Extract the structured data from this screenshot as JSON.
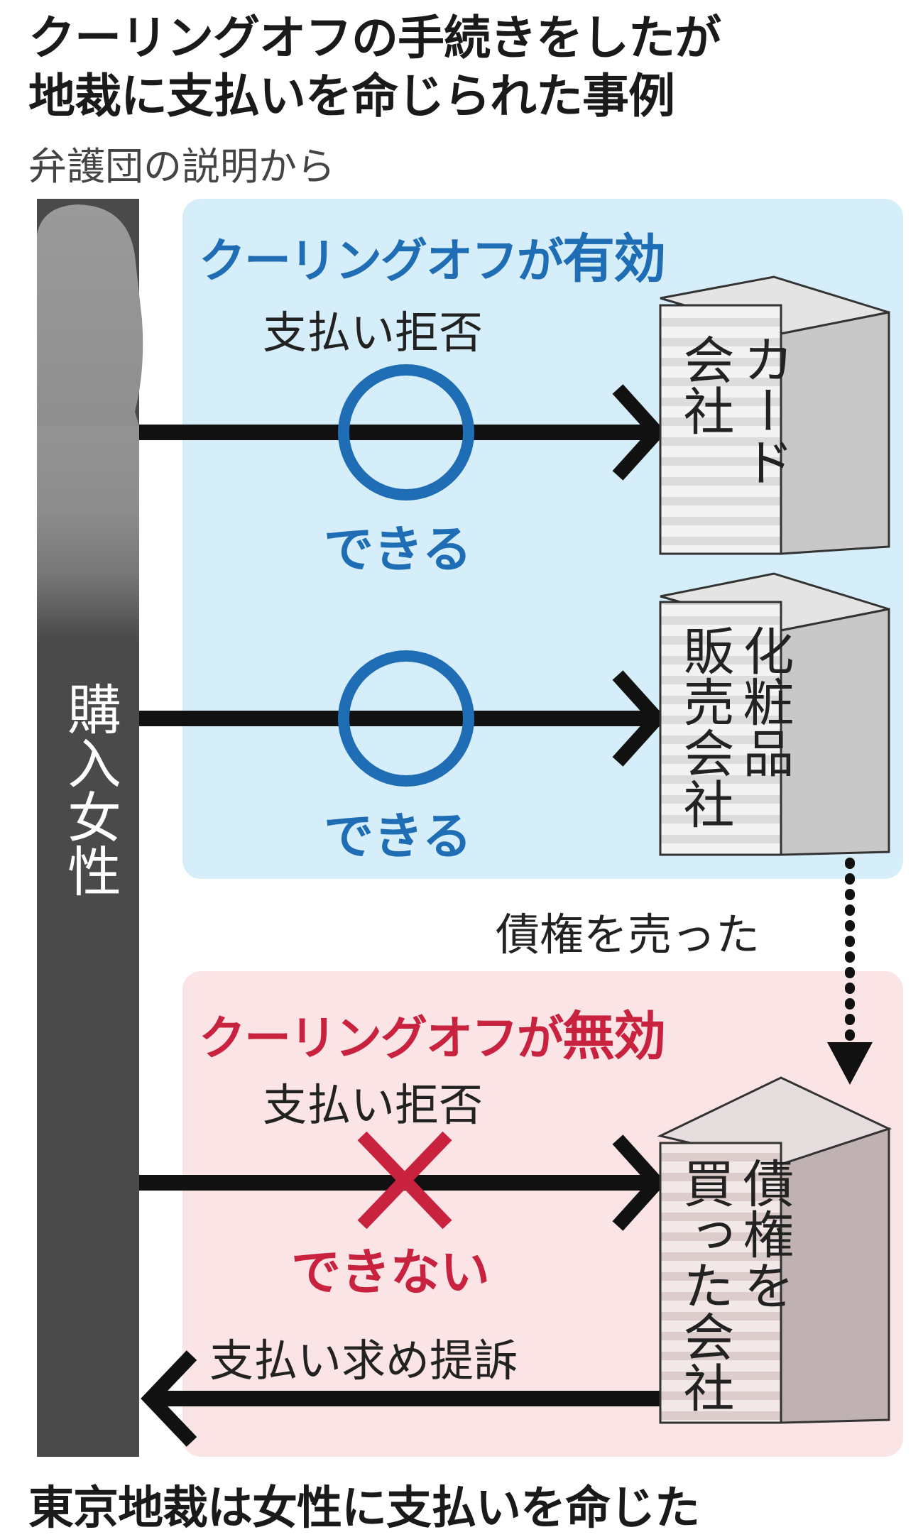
{
  "title": {
    "line1": "クーリングオフの手続きをしたが",
    "line2": "地裁に支払いを命じられた事例"
  },
  "source": "弁護団の説明から",
  "purchaser_label": "購入女性",
  "valid_panel": {
    "heading_prefix": "クーリングオフが",
    "heading_emphasis": "有効",
    "refusal_label": "支払い拒否",
    "result1": "できる",
    "result2": "できる",
    "company1": "カード\n会社",
    "company2": "化粧品\n販売会社"
  },
  "transfer_label": "債権を売った",
  "invalid_panel": {
    "heading_prefix": "クーリングオフが",
    "heading_emphasis": "無効",
    "refusal_label": "支払い拒否",
    "result": "できない",
    "company": "債権を\n買った会社",
    "lawsuit_label": "支払い求め提訴"
  },
  "conclusion": "東京地裁は女性に支払いを命じた",
  "colors": {
    "valid": "#1f6db5",
    "invalid": "#c8223f",
    "valid_bg": "#d6eef9",
    "invalid_bg": "#fbe4e6"
  }
}
